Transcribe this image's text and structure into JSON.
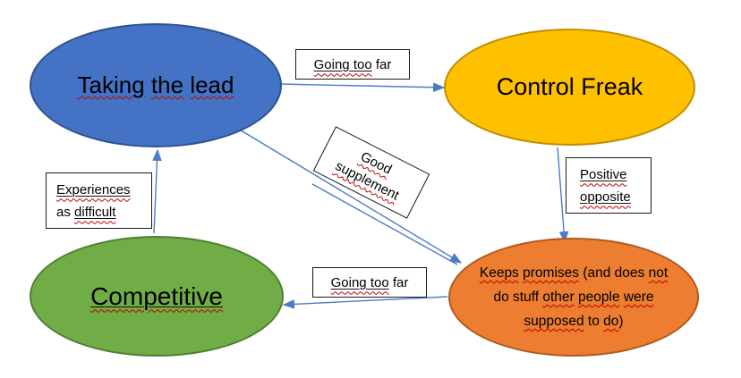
{
  "colors": {
    "connector": "#4d7cc7",
    "spellcheck": "#C00000",
    "label_border": "#1a1a1a",
    "text": "#000000",
    "node_blue_fill": "#4472C4",
    "node_blue_border": "#2F528F",
    "node_yellow_fill": "#FFC000",
    "node_yellow_border": "#BF8F00",
    "node_green_fill": "#70AD47",
    "node_green_border": "#507E32",
    "node_orange_fill": "#ED7D31",
    "node_orange_border": "#AE5A21"
  },
  "nodes": [
    {
      "id": "taking-the-lead",
      "fill": "#4472C4",
      "border": "#2F528F",
      "lines": [
        [
          {
            "t": "Taking",
            "sp": true
          },
          {
            "t": " "
          },
          {
            "t": "the",
            "sp": true
          },
          {
            "t": " "
          },
          {
            "t": "lead",
            "sp": true
          }
        ]
      ]
    },
    {
      "id": "control-freak",
      "fill": "#FFC000",
      "border": "#BF8F00",
      "lines": [
        [
          {
            "t": "Control Freak"
          }
        ]
      ]
    },
    {
      "id": "competitive",
      "fill": "#70AD47",
      "border": "#507E32",
      "lines": [
        [
          {
            "t": "Competitive",
            "u": true,
            "sp": true
          }
        ]
      ]
    },
    {
      "id": "keeps-promises",
      "fill": "#ED7D31",
      "border": "#AE5A21",
      "lines": [
        [
          {
            "t": "Keeps",
            "sp": true
          },
          {
            "t": " "
          },
          {
            "t": "promises",
            "sp": true
          },
          {
            "t": " (and does "
          },
          {
            "t": "not",
            "sp": true
          }
        ],
        [
          {
            "t": "do stuff "
          },
          {
            "t": "other",
            "sp": true
          },
          {
            "t": " "
          },
          {
            "t": "people",
            "sp": true
          },
          {
            "t": " "
          },
          {
            "t": "were",
            "sp": true
          }
        ],
        [
          {
            "t": "supposed",
            "sp": true
          },
          {
            "t": " to "
          },
          {
            "t": "do",
            "sp": true
          },
          {
            "t": ")"
          }
        ]
      ]
    }
  ],
  "labels": [
    {
      "id": "going-too-far-top",
      "lines": [
        [
          {
            "t": "Going too",
            "u": true,
            "sp": true
          },
          {
            "t": " far"
          }
        ]
      ]
    },
    {
      "id": "good-supplement",
      "lines": [
        [
          {
            "t": "Good",
            "sp": true
          }
        ],
        [
          {
            "t": "supplement",
            "sp": true
          }
        ]
      ]
    },
    {
      "id": "positive-opposite",
      "lines": [
        [
          {
            "t": "Positive",
            "u": true,
            "sp": true
          }
        ],
        [
          {
            "t": "opposite",
            "u": true,
            "sp": true
          }
        ]
      ]
    },
    {
      "id": "experiences-as-difficult",
      "lines": [
        [
          {
            "t": "Experiences",
            "u": true,
            "sp": true
          }
        ],
        [
          {
            "t": "as "
          },
          {
            "t": "difficult",
            "u": true,
            "sp": true
          }
        ]
      ]
    },
    {
      "id": "going-too-far-bottom",
      "lines": [
        [
          {
            "t": "Going too",
            "u": true,
            "sp": true
          },
          {
            "t": " far"
          }
        ]
      ]
    }
  ]
}
